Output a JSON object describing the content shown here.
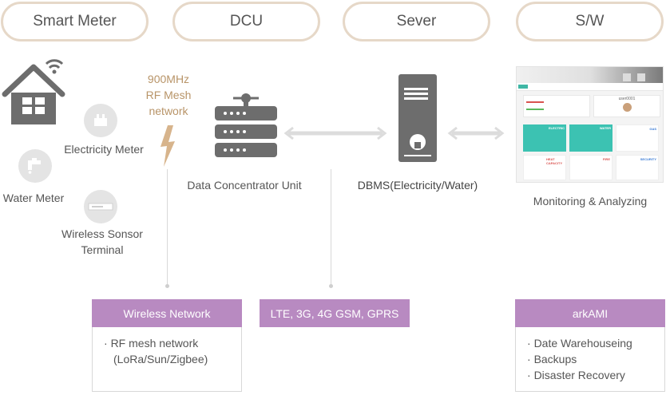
{
  "headers": [
    "Smart Meter",
    "DCU",
    "Sever",
    "S/W"
  ],
  "smart_meter": {
    "electricity_meter": "Electricity Meter",
    "water_meter": "Water Meter",
    "wireless_sensor_line1": "Wireless Sonsor",
    "wireless_sensor_line2": "Terminal"
  },
  "rf": {
    "line1": "900MHz",
    "line2": "RF Mesh",
    "line3": "network"
  },
  "dcu_label": "Data Concentrator Unit",
  "server_label": "DBMS(Electricity/Water)",
  "sw_label": "Monitoring & Analyzing",
  "monitor": {
    "user": "user0001",
    "tiles": [
      "ELECTRIC",
      "WATER",
      "GAS",
      "HEAT CAPACITY",
      "FIRE",
      "SECURITY"
    ]
  },
  "boxes": {
    "wireless": {
      "title": "Wireless Network",
      "items": [
        "RF mesh network",
        "(LoRa/Sun/Zigbee)"
      ]
    },
    "cellular": {
      "title": "LTE, 3G, 4G GSM, GPRS"
    },
    "arkami": {
      "title": "arkAMI",
      "items": [
        "Date Warehouseing",
        "Backups",
        "Disaster Recovery"
      ]
    }
  },
  "colors": {
    "pill_border": "#e6d8c8",
    "box_header": "#b88ac1",
    "rf_text": "#b89468",
    "icon_gray": "#6d6d6d"
  }
}
